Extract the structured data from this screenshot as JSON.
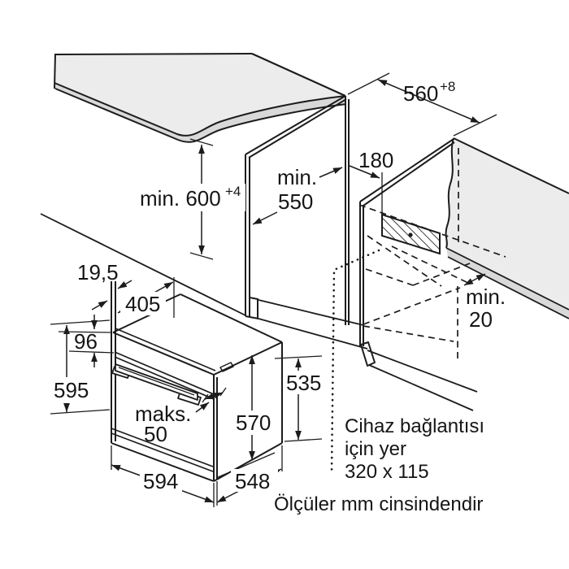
{
  "drawing": {
    "kind": "built-in oven installation diagram",
    "dimensions": {
      "niche_width": "560",
      "niche_width_tol": "+8",
      "niche_height": "min. 600",
      "niche_height_tol": "+4",
      "niche_depth_l1": "min.",
      "niche_depth_l2": "550",
      "connection_offset": "180",
      "rear_gap_l1": "min.",
      "rear_gap_l2": "20",
      "top_inset": "19,5",
      "top_depth": "405",
      "panel_height": "96",
      "oven_height": "595",
      "handle_l1": "maks.",
      "handle_l2": "50",
      "oven_width": "594",
      "oven_depth": "548",
      "body_height": "570",
      "rear_height": "535"
    },
    "notes": {
      "connection_l1": "Cihaz bağlantısı",
      "connection_l2": "için yer",
      "connection_l3": "320 x 115",
      "units": "Ölçüler mm cinsindendir"
    },
    "colors": {
      "line": "#1c1c1c",
      "surface": "#ececec",
      "surface_edge": "#d9d9d9",
      "background": "#ffffff"
    }
  }
}
